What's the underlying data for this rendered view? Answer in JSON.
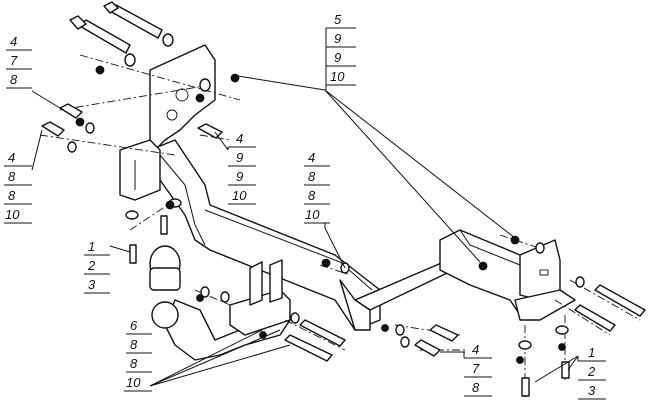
{
  "callouts": [
    {
      "id": "c1",
      "lines": [
        "4",
        "7",
        "8"
      ]
    },
    {
      "id": "c2",
      "lines": [
        "4",
        "8",
        "8",
        "10"
      ]
    },
    {
      "id": "c3",
      "lines": [
        "1",
        "2",
        "3"
      ]
    },
    {
      "id": "c4",
      "lines": [
        "6",
        "8",
        "8",
        "10"
      ]
    },
    {
      "id": "c5",
      "lines": [
        "5",
        "9",
        "9",
        "10"
      ]
    },
    {
      "id": "c6",
      "lines": [
        "4",
        "9",
        "9",
        "10"
      ]
    },
    {
      "id": "c7",
      "lines": [
        "4",
        "8",
        "8",
        "10"
      ]
    },
    {
      "id": "c8",
      "lines": [
        "4",
        "7",
        "8"
      ]
    },
    {
      "id": "c9",
      "lines": [
        "1",
        "2",
        "3"
      ]
    }
  ]
}
